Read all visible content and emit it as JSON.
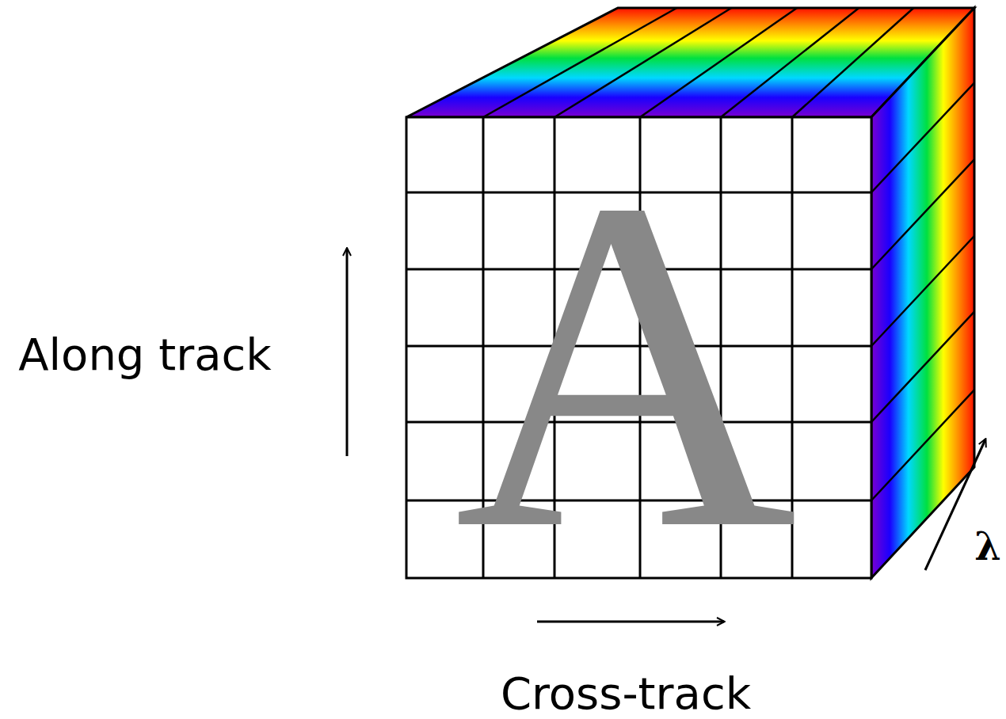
{
  "diagram": {
    "labels": [
      "Along track",
      "Cross-track",
      "λ",
      "A"
    ]
  }
}
